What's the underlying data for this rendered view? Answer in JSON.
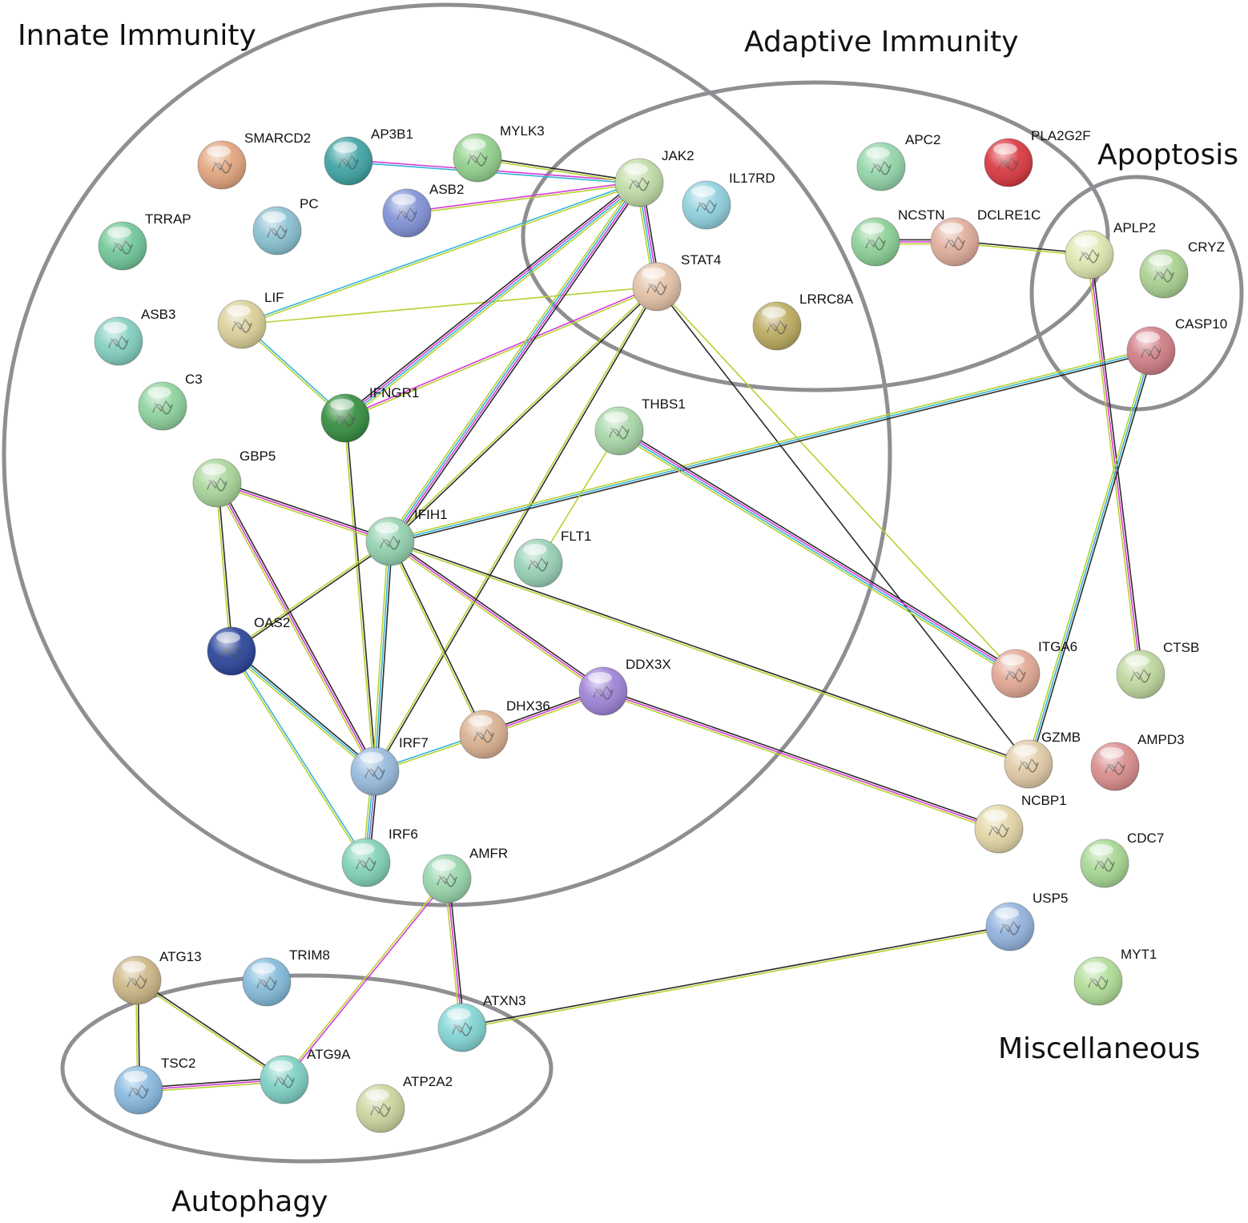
{
  "clusters": [
    {
      "id": "innate",
      "label": "Innate Immunity"
    },
    {
      "id": "adaptive",
      "label": "Adaptive Immunity"
    },
    {
      "id": "apoptosis",
      "label": "Apoptosis"
    },
    {
      "id": "autophagy",
      "label": "Autophagy"
    },
    {
      "id": "misc",
      "label": "Miscellaneous"
    }
  ],
  "evidence_colors": {
    "black": "#2b2b2b",
    "magenta": "#d63bd6",
    "cyan": "#33b5d8",
    "lime": "#b7d12f",
    "purple": "#7b6fd0"
  },
  "nodes": [
    {
      "id": "SMARCD2",
      "label": "SMARCD2",
      "color": "#e2a27a"
    },
    {
      "id": "AP3B1",
      "label": "AP3B1",
      "color": "#3aa0a0"
    },
    {
      "id": "MYLK3",
      "label": "MYLK3",
      "color": "#8fcf8a"
    },
    {
      "id": "ASB2",
      "label": "ASB2",
      "color": "#7d8fd6"
    },
    {
      "id": "PC",
      "label": "PC",
      "color": "#86bfd0"
    },
    {
      "id": "TRRAP",
      "label": "TRRAP",
      "color": "#6cc596"
    },
    {
      "id": "ASB3",
      "label": "ASB3",
      "color": "#7fcdbf"
    },
    {
      "id": "LIF",
      "label": "LIF",
      "color": "#d9cf95"
    },
    {
      "id": "C3",
      "label": "C3",
      "color": "#8ad19a"
    },
    {
      "id": "IFNGR1",
      "label": "IFNGR1",
      "color": "#2f8a3a"
    },
    {
      "id": "JAK2",
      "label": "JAK2",
      "color": "#bedba4"
    },
    {
      "id": "IL17RD",
      "label": "IL17RD",
      "color": "#8ccfdc"
    },
    {
      "id": "STAT4",
      "label": "STAT4",
      "color": "#e3bfa3"
    },
    {
      "id": "LRRC8A",
      "label": "LRRC8A",
      "color": "#b9a85a"
    },
    {
      "id": "APC2",
      "label": "APC2",
      "color": "#8fd4a6"
    },
    {
      "id": "PLA2G2F",
      "label": "PLA2G2F",
      "color": "#d8323a"
    },
    {
      "id": "NCSTN",
      "label": "NCSTN",
      "color": "#88cf94"
    },
    {
      "id": "DCLRE1C",
      "label": "DCLRE1C",
      "color": "#e0aa98"
    },
    {
      "id": "APLP2",
      "label": "APLP2",
      "color": "#dde6ad"
    },
    {
      "id": "CRYZ",
      "label": "CRYZ",
      "color": "#a7cf8d"
    },
    {
      "id": "CASP10",
      "label": "CASP10",
      "color": "#cf7a82"
    },
    {
      "id": "THBS1",
      "label": "THBS1",
      "color": "#a6d6a6"
    },
    {
      "id": "GBP5",
      "label": "GBP5",
      "color": "#a5d496"
    },
    {
      "id": "IFIH1",
      "label": "IFIH1",
      "color": "#8fd0ac"
    },
    {
      "id": "FLT1",
      "label": "FLT1",
      "color": "#94cfb3"
    },
    {
      "id": "OAS2",
      "label": "OAS2",
      "color": "#243e96"
    },
    {
      "id": "DDX3X",
      "label": "DDX3X",
      "color": "#9b7fd6"
    },
    {
      "id": "DHX36",
      "label": "DHX36",
      "color": "#d9ae8c"
    },
    {
      "id": "IRF7",
      "label": "IRF7",
      "color": "#94b8dc"
    },
    {
      "id": "IRF6",
      "label": "IRF6",
      "color": "#7ed0b6"
    },
    {
      "id": "AMFR",
      "label": "AMFR",
      "color": "#94d4a8"
    },
    {
      "id": "ITGA6",
      "label": "ITGA6",
      "color": "#e2a592"
    },
    {
      "id": "CTSB",
      "label": "CTSB",
      "color": "#bcd69b"
    },
    {
      "id": "GZMB",
      "label": "GZMB",
      "color": "#e0c9a3"
    },
    {
      "id": "AMPD3",
      "label": "AMPD3",
      "color": "#d98a8a"
    },
    {
      "id": "NCBP1",
      "label": "NCBP1",
      "color": "#e2d5a3"
    },
    {
      "id": "CDC7",
      "label": "CDC7",
      "color": "#a4d68f"
    },
    {
      "id": "USP5",
      "label": "USP5",
      "color": "#8fb0dc"
    },
    {
      "id": "MYT1",
      "label": "MYT1",
      "color": "#aedc94"
    },
    {
      "id": "ATG13",
      "label": "ATG13",
      "color": "#cbb482"
    },
    {
      "id": "TRIM8",
      "label": "TRIM8",
      "color": "#7fb8d9"
    },
    {
      "id": "TSC2",
      "label": "TSC2",
      "color": "#85b7df"
    },
    {
      "id": "ATG9A",
      "label": "ATG9A",
      "color": "#79cfc3"
    },
    {
      "id": "ATXN3",
      "label": "ATXN3",
      "color": "#7fd4d4"
    },
    {
      "id": "ATP2A2",
      "label": "ATP2A2",
      "color": "#c9d49a"
    }
  ],
  "edges": [
    {
      "source": "AP3B1",
      "target": "JAK2",
      "evidence": [
        "magenta",
        "cyan"
      ]
    },
    {
      "source": "MYLK3",
      "target": "JAK2",
      "evidence": [
        "black",
        "lime"
      ]
    },
    {
      "source": "ASB2",
      "target": "JAK2",
      "evidence": [
        "magenta",
        "lime"
      ]
    },
    {
      "source": "LIF",
      "target": "JAK2",
      "evidence": [
        "cyan",
        "lime"
      ]
    },
    {
      "source": "LIF",
      "target": "STAT4",
      "evidence": [
        "lime"
      ]
    },
    {
      "source": "LIF",
      "target": "IFNGR1",
      "evidence": [
        "cyan",
        "lime"
      ]
    },
    {
      "source": "IFNGR1",
      "target": "JAK2",
      "evidence": [
        "black",
        "magenta",
        "cyan",
        "lime"
      ]
    },
    {
      "source": "IFNGR1",
      "target": "STAT4",
      "evidence": [
        "magenta",
        "lime"
      ]
    },
    {
      "source": "IFNGR1",
      "target": "IRF7",
      "evidence": [
        "black",
        "lime"
      ]
    },
    {
      "source": "JAK2",
      "target": "STAT4",
      "evidence": [
        "black",
        "magenta",
        "cyan",
        "lime"
      ]
    },
    {
      "source": "JAK2",
      "target": "IFIH1",
      "evidence": [
        "black",
        "magenta",
        "cyan",
        "lime"
      ]
    },
    {
      "source": "STAT4",
      "target": "IFIH1",
      "evidence": [
        "black",
        "lime"
      ]
    },
    {
      "source": "STAT4",
      "target": "IRF7",
      "evidence": [
        "black",
        "lime"
      ]
    },
    {
      "source": "STAT4",
      "target": "GZMB",
      "evidence": [
        "black"
      ]
    },
    {
      "source": "STAT4",
      "target": "ITGA6",
      "evidence": [
        "lime"
      ]
    },
    {
      "source": "NCSTN",
      "target": "DCLRE1C",
      "evidence": [
        "black",
        "magenta",
        "lime"
      ]
    },
    {
      "source": "DCLRE1C",
      "target": "APLP2",
      "evidence": [
        "black",
        "lime"
      ]
    },
    {
      "source": "APLP2",
      "target": "CTSB",
      "evidence": [
        "black",
        "magenta",
        "lime"
      ]
    },
    {
      "source": "CASP10",
      "target": "IFIH1",
      "evidence": [
        "black",
        "cyan",
        "lime"
      ]
    },
    {
      "source": "CASP10",
      "target": "GZMB",
      "evidence": [
        "black",
        "cyan",
        "lime"
      ]
    },
    {
      "source": "THBS1",
      "target": "ITGA6",
      "evidence": [
        "black",
        "magenta",
        "cyan",
        "lime"
      ]
    },
    {
      "source": "THBS1",
      "target": "FLT1",
      "evidence": [
        "lime"
      ]
    },
    {
      "source": "GBP5",
      "target": "IFIH1",
      "evidence": [
        "black",
        "magenta",
        "lime"
      ]
    },
    {
      "source": "GBP5",
      "target": "OAS2",
      "evidence": [
        "black",
        "lime"
      ]
    },
    {
      "source": "GBP5",
      "target": "IRF7",
      "evidence": [
        "black",
        "magenta",
        "lime"
      ]
    },
    {
      "source": "IFIH1",
      "target": "OAS2",
      "evidence": [
        "black",
        "lime"
      ]
    },
    {
      "source": "IFIH1",
      "target": "IRF7",
      "evidence": [
        "black",
        "cyan",
        "lime"
      ]
    },
    {
      "source": "IFIH1",
      "target": "DHX36",
      "evidence": [
        "black",
        "lime"
      ]
    },
    {
      "source": "IFIH1",
      "target": "DDX3X",
      "evidence": [
        "black",
        "magenta",
        "lime"
      ]
    },
    {
      "source": "IFIH1",
      "target": "GZMB",
      "evidence": [
        "black",
        "lime"
      ]
    },
    {
      "source": "OAS2",
      "target": "IRF7",
      "evidence": [
        "black",
        "cyan",
        "lime"
      ]
    },
    {
      "source": "OAS2",
      "target": "IRF6",
      "evidence": [
        "cyan",
        "lime"
      ]
    },
    {
      "source": "IRF7",
      "target": "IRF6",
      "evidence": [
        "black",
        "purple",
        "cyan",
        "lime"
      ]
    },
    {
      "source": "IRF7",
      "target": "DHX36",
      "evidence": [
        "cyan",
        "lime"
      ]
    },
    {
      "source": "DHX36",
      "target": "DDX3X",
      "evidence": [
        "black",
        "magenta",
        "lime"
      ]
    },
    {
      "source": "DDX3X",
      "target": "NCBP1",
      "evidence": [
        "black",
        "magenta",
        "lime"
      ]
    },
    {
      "source": "AMFR",
      "target": "ATXN3",
      "evidence": [
        "black",
        "magenta",
        "lime"
      ]
    },
    {
      "source": "AMFR",
      "target": "ATG9A",
      "evidence": [
        "magenta",
        "lime"
      ]
    },
    {
      "source": "ATXN3",
      "target": "USP5",
      "evidence": [
        "black",
        "lime"
      ]
    },
    {
      "source": "ATG13",
      "target": "TSC2",
      "evidence": [
        "black",
        "lime"
      ]
    },
    {
      "source": "ATG13",
      "target": "ATG9A",
      "evidence": [
        "black",
        "lime"
      ]
    },
    {
      "source": "TSC2",
      "target": "ATG9A",
      "evidence": [
        "black",
        "magenta",
        "lime"
      ]
    }
  ]
}
